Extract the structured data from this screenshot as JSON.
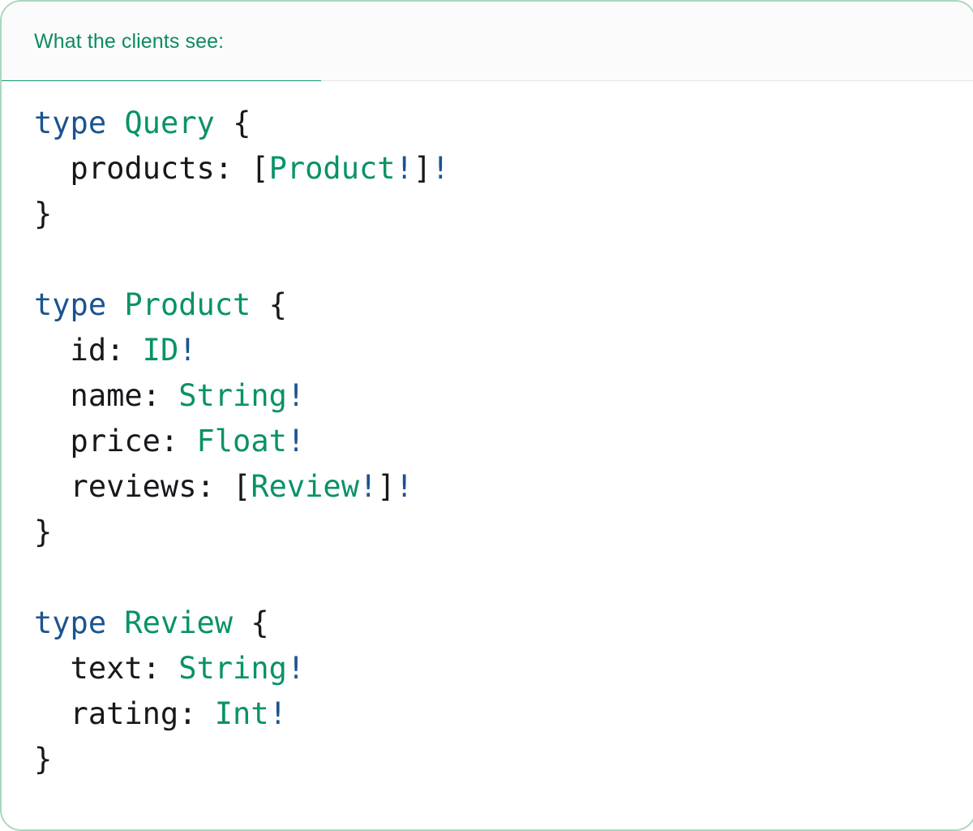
{
  "card": {
    "border_color": "#a9d7bd",
    "background": "#ffffff"
  },
  "tabbar": {
    "active_tab": {
      "label": "What the clients see:",
      "color": "#0e8a63",
      "underline_color": "#109471"
    },
    "rule_color": "#e5e5e5",
    "background": "#fbfbfb"
  },
  "syntax_colors": {
    "keyword": "#1a5490",
    "type_name": "#099268",
    "field_name": "#16181c",
    "punctuation": "#16181c",
    "non_null_bang": "#1a5490"
  },
  "code": {
    "language": "graphql",
    "raw": "type Query {\n  products: [Product!]!\n}\n\ntype Product {\n  id: ID!\n  name: String!\n  price: Float!\n  reviews: [Review!]!\n}\n\ntype Review {\n  text: String!\n  rating: Int!\n}",
    "lines": [
      {
        "tokens": [
          {
            "t": "type",
            "c": "keyword"
          },
          {
            "t": " ",
            "c": "plain"
          },
          {
            "t": "Query",
            "c": "type_name"
          },
          {
            "t": " ",
            "c": "plain"
          },
          {
            "t": "{",
            "c": "punctuation"
          }
        ]
      },
      {
        "tokens": [
          {
            "t": "  products:",
            "c": "field_name"
          },
          {
            "t": " ",
            "c": "plain"
          },
          {
            "t": "[",
            "c": "punctuation"
          },
          {
            "t": "Product",
            "c": "type_name"
          },
          {
            "t": "!",
            "c": "non_null_bang"
          },
          {
            "t": "]",
            "c": "punctuation"
          },
          {
            "t": "!",
            "c": "non_null_bang"
          }
        ]
      },
      {
        "tokens": [
          {
            "t": "}",
            "c": "punctuation"
          }
        ]
      },
      {
        "tokens": []
      },
      {
        "tokens": [
          {
            "t": "type",
            "c": "keyword"
          },
          {
            "t": " ",
            "c": "plain"
          },
          {
            "t": "Product",
            "c": "type_name"
          },
          {
            "t": " ",
            "c": "plain"
          },
          {
            "t": "{",
            "c": "punctuation"
          }
        ]
      },
      {
        "tokens": [
          {
            "t": "  id:",
            "c": "field_name"
          },
          {
            "t": " ",
            "c": "plain"
          },
          {
            "t": "ID",
            "c": "type_name"
          },
          {
            "t": "!",
            "c": "non_null_bang"
          }
        ]
      },
      {
        "tokens": [
          {
            "t": "  name:",
            "c": "field_name"
          },
          {
            "t": " ",
            "c": "plain"
          },
          {
            "t": "String",
            "c": "type_name"
          },
          {
            "t": "!",
            "c": "non_null_bang"
          }
        ]
      },
      {
        "tokens": [
          {
            "t": "  price:",
            "c": "field_name"
          },
          {
            "t": " ",
            "c": "plain"
          },
          {
            "t": "Float",
            "c": "type_name"
          },
          {
            "t": "!",
            "c": "non_null_bang"
          }
        ]
      },
      {
        "tokens": [
          {
            "t": "  reviews:",
            "c": "field_name"
          },
          {
            "t": " ",
            "c": "plain"
          },
          {
            "t": "[",
            "c": "punctuation"
          },
          {
            "t": "Review",
            "c": "type_name"
          },
          {
            "t": "!",
            "c": "non_null_bang"
          },
          {
            "t": "]",
            "c": "punctuation"
          },
          {
            "t": "!",
            "c": "non_null_bang"
          }
        ]
      },
      {
        "tokens": [
          {
            "t": "}",
            "c": "punctuation"
          }
        ]
      },
      {
        "tokens": []
      },
      {
        "tokens": [
          {
            "t": "type",
            "c": "keyword"
          },
          {
            "t": " ",
            "c": "plain"
          },
          {
            "t": "Review",
            "c": "type_name"
          },
          {
            "t": " ",
            "c": "plain"
          },
          {
            "t": "{",
            "c": "punctuation"
          }
        ]
      },
      {
        "tokens": [
          {
            "t": "  text:",
            "c": "field_name"
          },
          {
            "t": " ",
            "c": "plain"
          },
          {
            "t": "String",
            "c": "type_name"
          },
          {
            "t": "!",
            "c": "non_null_bang"
          }
        ]
      },
      {
        "tokens": [
          {
            "t": "  rating:",
            "c": "field_name"
          },
          {
            "t": " ",
            "c": "plain"
          },
          {
            "t": "Int",
            "c": "type_name"
          },
          {
            "t": "!",
            "c": "non_null_bang"
          }
        ]
      },
      {
        "tokens": [
          {
            "t": "}",
            "c": "punctuation"
          }
        ]
      }
    ]
  }
}
